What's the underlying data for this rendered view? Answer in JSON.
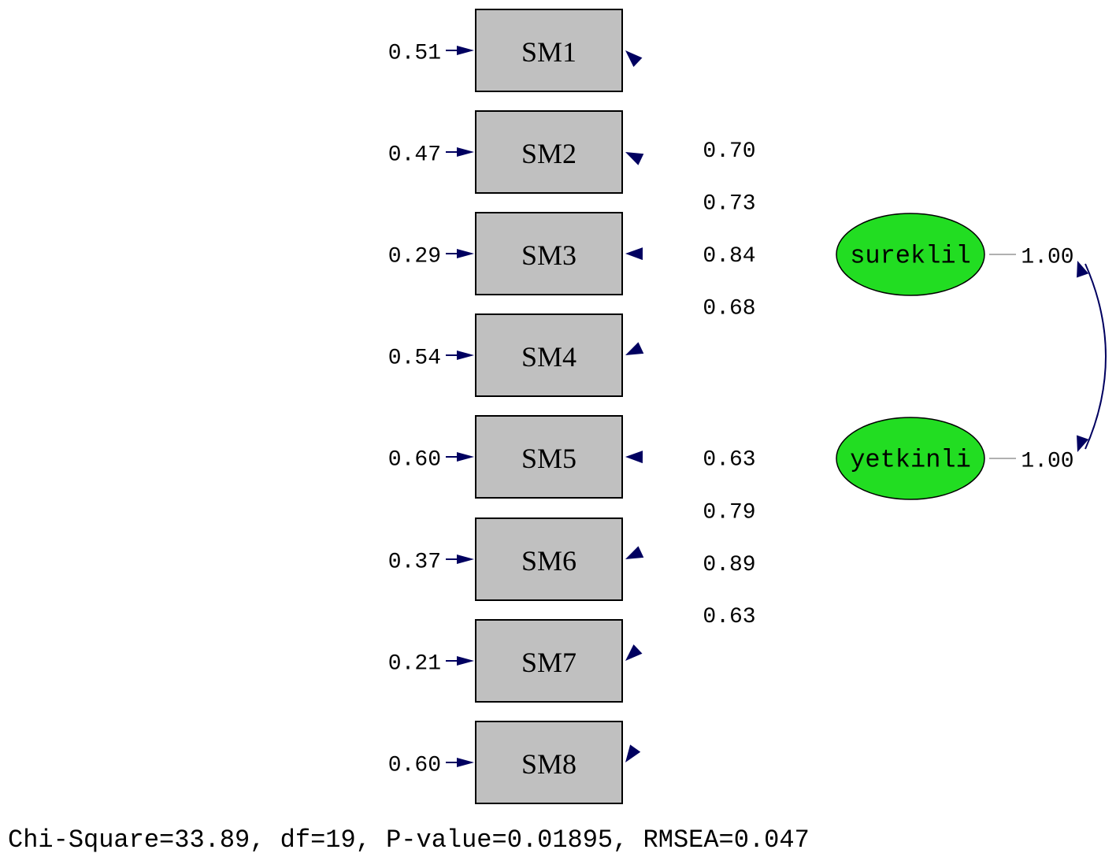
{
  "observed": [
    {
      "name": "SM1",
      "error": "0.51"
    },
    {
      "name": "SM2",
      "error": "0.47"
    },
    {
      "name": "SM3",
      "error": "0.29"
    },
    {
      "name": "SM4",
      "error": "0.54"
    },
    {
      "name": "SM5",
      "error": "0.60"
    },
    {
      "name": "SM6",
      "error": "0.37"
    },
    {
      "name": "SM7",
      "error": "0.21"
    },
    {
      "name": "SM8",
      "error": "0.60"
    }
  ],
  "latents": [
    {
      "name": "sureklil",
      "variance": "1.00",
      "indicators": [
        0,
        1,
        2,
        3
      ],
      "loadings": [
        "0.70",
        "0.73",
        "0.84",
        "0.68"
      ]
    },
    {
      "name": "yetkinli",
      "variance": "1.00",
      "indicators": [
        4,
        5,
        6,
        7
      ],
      "loadings": [
        "0.63",
        "0.79",
        "0.89",
        "0.63"
      ]
    }
  ],
  "fit_stats": "Chi-Square=33.89, df=19, P-value=0.01895, RMSEA=0.047",
  "colors": {
    "latent_fill": "#22dd22",
    "observed_fill": "#c0c0c0",
    "path": "#000060"
  }
}
